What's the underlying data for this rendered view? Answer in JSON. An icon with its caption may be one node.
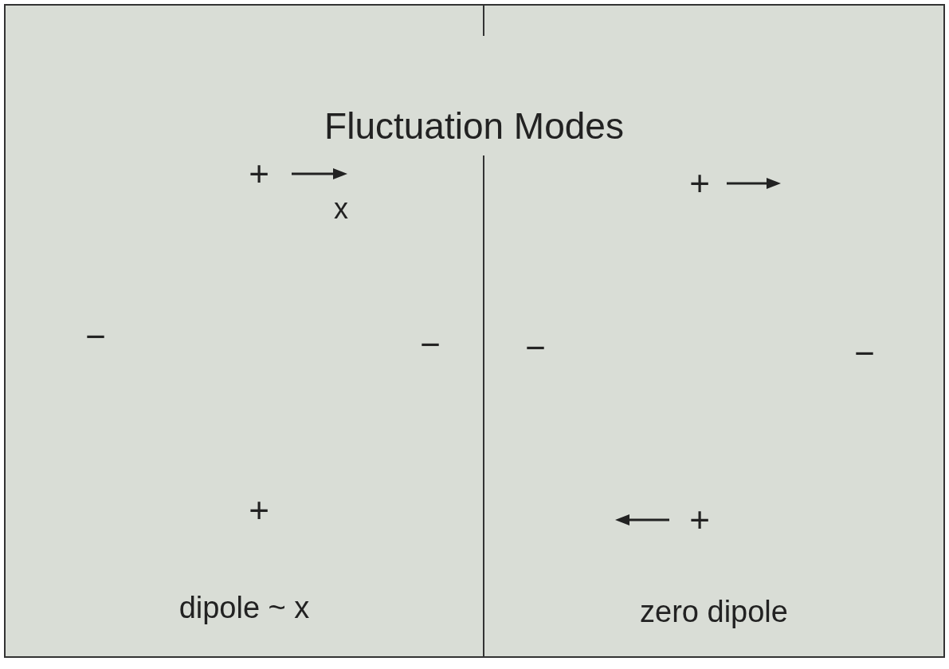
{
  "diagram": {
    "title": "Fluctuation Modes",
    "nodes": [
      {
        "text": [
          "dipole ~ x"
        ]
      },
      {
        "text": [
          "zero dipole"
        ]
      }
    ],
    "labels": [
      "+",
      "+",
      "x",
      "−",
      "−",
      "−",
      "−",
      "+",
      "+"
    ]
  }
}
